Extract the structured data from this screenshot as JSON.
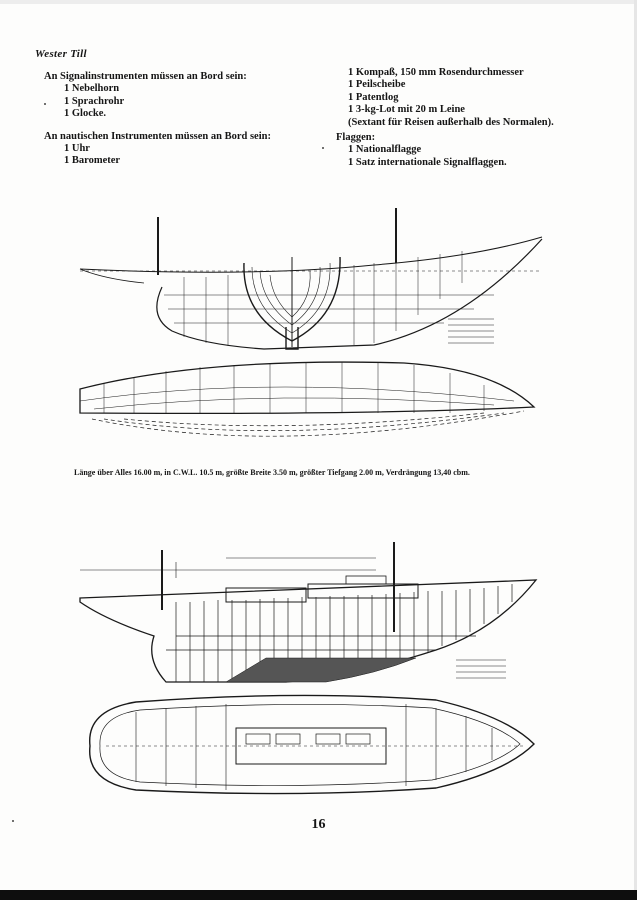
{
  "header": {
    "running_head": "Wester Till"
  },
  "signal_block": {
    "heading": "An Signalinstrumenten müssen an Bord sein:",
    "items": [
      "1 Nebelhorn",
      "1 Sprachrohr",
      "1 Glocke."
    ]
  },
  "nautical_block": {
    "heading": "An nautischen Instrumenten  müssen an Bord sein:",
    "items": [
      "1 Uhr",
      "1 Barometer"
    ]
  },
  "right_block": {
    "items": [
      "1 Kompaß, 150 mm Rosendurchmesser",
      "1 Peilscheibe",
      "1 Patentlog",
      "1 3-kg-Lot mit 20 m Leine"
    ],
    "note": "(Sextant für Reisen außerhalb des Normalen).",
    "flags_heading": "Flaggen:",
    "flags": [
      "1 Nationalflagge",
      "1 Satz internationale Signalflaggen."
    ]
  },
  "lines_plan": {
    "caption": "Länge über Alles 16.00 m, in C.W.L. 10.5 m, größte Breite 3.50 m, größter Tiefgang 2.00 m, Verdrängung 13,40 cbm."
  },
  "footer": {
    "page_number": "16"
  },
  "colors": {
    "ink": "#161616",
    "paper": "#fdfdfc",
    "band": "#0e0e0e"
  }
}
